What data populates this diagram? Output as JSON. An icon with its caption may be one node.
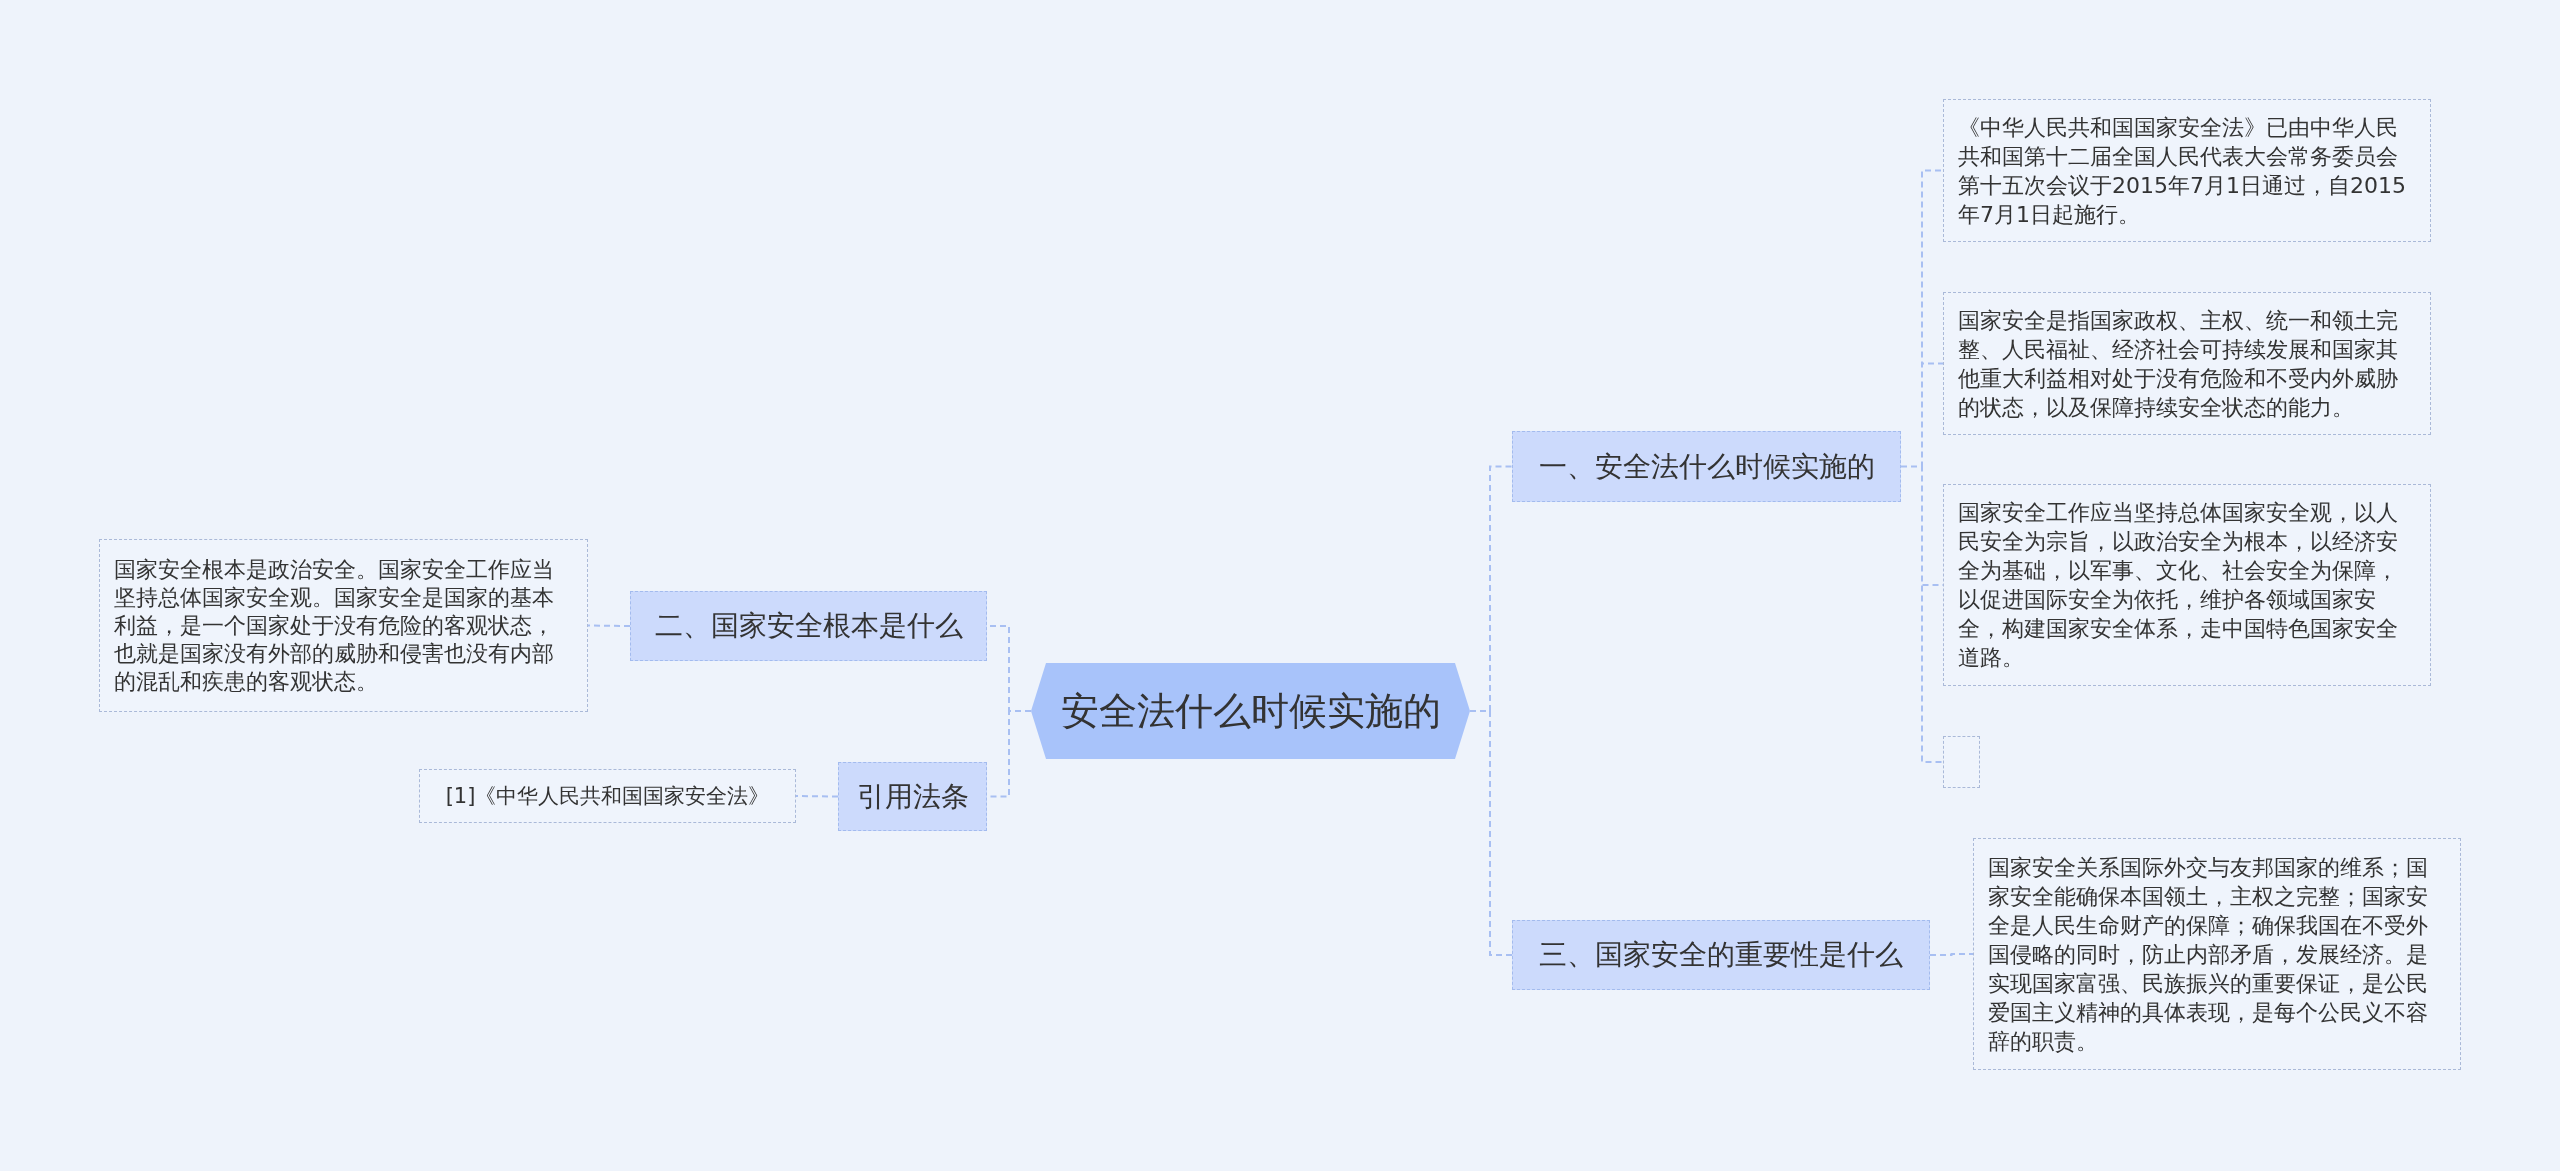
{
  "diagram": {
    "nodes": [
      {
        "text": [
          "安全法什么时候实施的"
        ]
      },
      {
        "text": [
          "二、国家安全根本是什么"
        ]
      },
      {
        "text": [
          "国家安全根本是政治安全。国家安全工作应当坚持总体国家安全观。国家安全是国家的基本利益，是一个国家处于没有危险的客观状态，也就是国家没有外部的威胁和侵害也没有内部的混乱和疾患的客观状态。"
        ]
      },
      {
        "text": [
          "引用法条"
        ]
      },
      {
        "text": [
          "[1]《中华人民共和国国家安全法》"
        ]
      },
      {
        "text": [
          "一、安全法什么时候实施的"
        ]
      },
      {
        "text": [
          "《中华人民共和国国家安全法》已由中华人民共和国第十二届全国人民代表大会常务委员会第十五次会议于2015年7月1日通过，自2015年7月1日起施行。"
        ]
      },
      {
        "text": [
          "国家安全是指国家政权、主权、统一和领土完整、人民福祉、经济社会可持续发展和国家其他重大利益相对处于没有危险和不受内外威胁的状态，以及保障持续安全状态的能力。"
        ]
      },
      {
        "text": [
          "国家安全工作应当坚持总体国家安全观，以人民安全为宗旨，以政治安全为根本，以经济安全为基础，以军事、文化、社会安全为保障，以促进国际安全为依托，维护各领域国家安全，构建国家安全体系，走中国特色国家安全道路。"
        ]
      },
      {
        "text": [],
        "shape": "box"
      },
      {
        "text": [
          "三、国家安全的重要性是什么"
        ]
      },
      {
        "text": [
          "国家安全关系国际外交与友邦国家的维系；国家安全能确保本国领土，主权之完整；国家安全是人民生命财产的保障；确保我国在不受外国侵略的同时，防止内部矛盾，发展经济。是实现国家富强、民族振兴的重要保证，是公民爱国主义精神的具体表现，是每个公民义不容辞的职责。"
        ]
      }
    ],
    "edges": [
      {
        "from": 0,
        "to": 1,
        "arrow": "none",
        "style": "dashed"
      },
      {
        "from": 1,
        "to": 2,
        "arrow": "none",
        "style": "dashed"
      },
      {
        "from": 0,
        "to": 3,
        "arrow": "none",
        "style": "dashed"
      },
      {
        "from": 3,
        "to": 4,
        "arrow": "none",
        "style": "dashed"
      },
      {
        "from": 0,
        "to": 5,
        "arrow": "none",
        "style": "dashed"
      },
      {
        "from": 5,
        "to": 6,
        "arrow": "none",
        "style": "dashed"
      },
      {
        "from": 5,
        "to": 7,
        "arrow": "none",
        "style": "dashed"
      },
      {
        "from": 5,
        "to": 8,
        "arrow": "none",
        "style": "dashed"
      },
      {
        "from": 5,
        "to": 9,
        "arrow": "none",
        "style": "dashed"
      },
      {
        "from": 0,
        "to": 10,
        "arrow": "none",
        "style": "dashed"
      },
      {
        "from": 10,
        "to": 11,
        "arrow": "none",
        "style": "dashed"
      }
    ]
  }
}
